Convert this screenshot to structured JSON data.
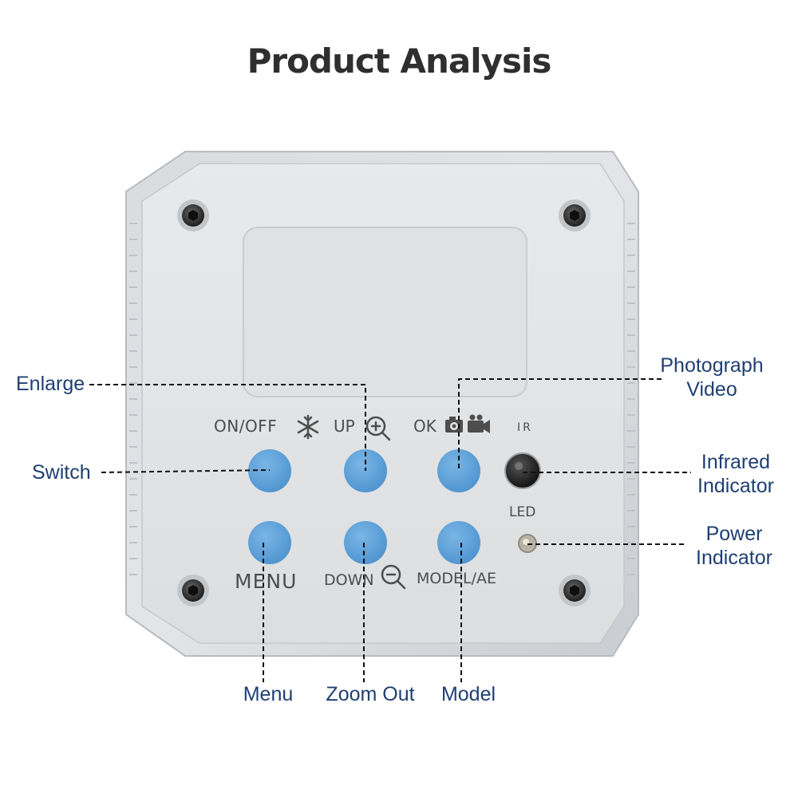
{
  "title": "Product Analysis",
  "panel": {
    "labels": {
      "on_off": "ON/OFF",
      "up": "UP",
      "ok": "OK",
      "ir": "IR",
      "led": "LED",
      "menu": "MENU",
      "down": "DOWN",
      "model_ae": "MODEL/AE"
    },
    "icons": [
      "snowflake-icon",
      "zoom-in-icon",
      "camera-icon",
      "video-camera-icon",
      "zoom-out-icon"
    ],
    "button_color": "#5a9fd8"
  },
  "callouts": {
    "enlarge": "Enlarge",
    "switch": "Switch",
    "photograph": "Photograph",
    "video": "Video",
    "infrared_1": "Infrared",
    "infrared_2": "Indicator",
    "power_1": "Power",
    "power_2": "Indicator",
    "menu": "Menu",
    "zoom_out": "Zoom Out",
    "model": "Model"
  },
  "colors": {
    "callout_text": "#1f3f73",
    "title_text": "#2f2f2f",
    "leader_line": "#111111"
  }
}
